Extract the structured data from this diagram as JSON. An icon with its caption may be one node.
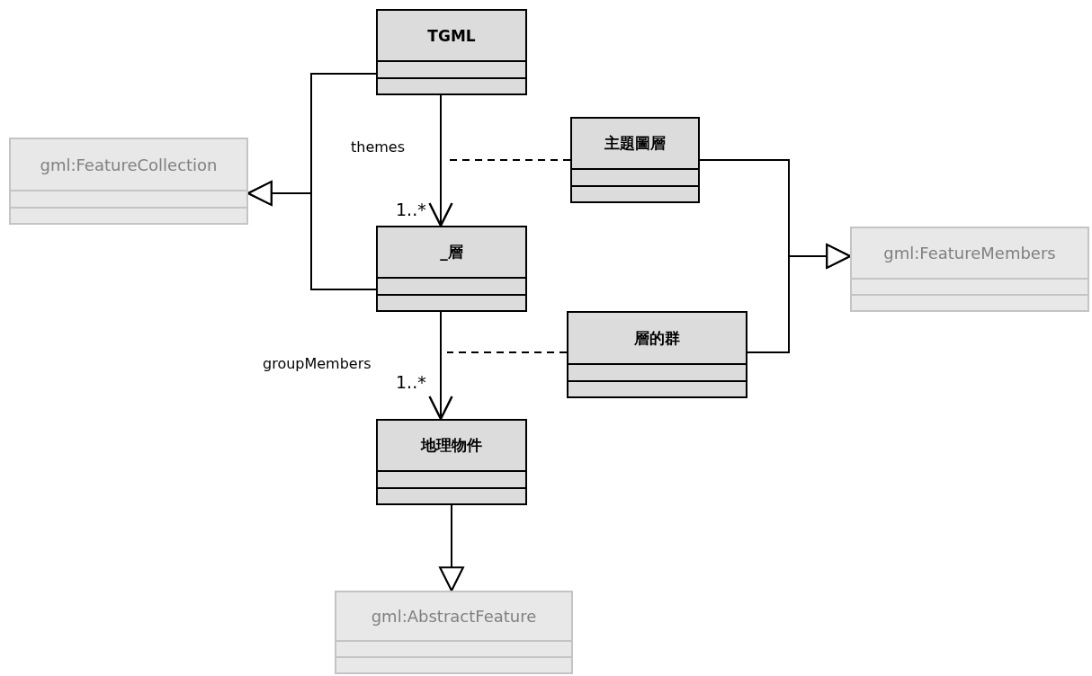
{
  "diagram": {
    "nodes": [
      {
        "text": [
          "TGML"
        ]
      },
      {
        "text": [
          "gml:FeatureCollection"
        ]
      },
      {
        "text": [
          "主題圖層"
        ]
      },
      {
        "text": [
          "_層"
        ]
      },
      {
        "text": [
          "gml:FeatureMembers"
        ]
      },
      {
        "text": [
          "層的群"
        ]
      },
      {
        "text": [
          "地理物件"
        ]
      },
      {
        "text": [
          "gml:AbstractFeature"
        ]
      }
    ],
    "edges": [
      {
        "from": 0,
        "to": 1,
        "arrow": "to"
      },
      {
        "from": 3,
        "to": 1,
        "arrow": "to"
      },
      {
        "from": 0,
        "to": 3,
        "arrow": "to",
        "label": "themes"
      },
      {
        "from": 2,
        "to": null,
        "arrow": "none",
        "style": "dashed"
      },
      {
        "from": 2,
        "to": 4,
        "arrow": "to"
      },
      {
        "from": 5,
        "to": 4,
        "arrow": "to"
      },
      {
        "from": 3,
        "to": 6,
        "arrow": "to",
        "label": "groupMembers"
      },
      {
        "from": 5,
        "to": null,
        "arrow": "none",
        "style": "dashed"
      },
      {
        "from": 6,
        "to": 7,
        "arrow": "to"
      }
    ],
    "labels": [
      "1..*",
      "1..*"
    ]
  }
}
